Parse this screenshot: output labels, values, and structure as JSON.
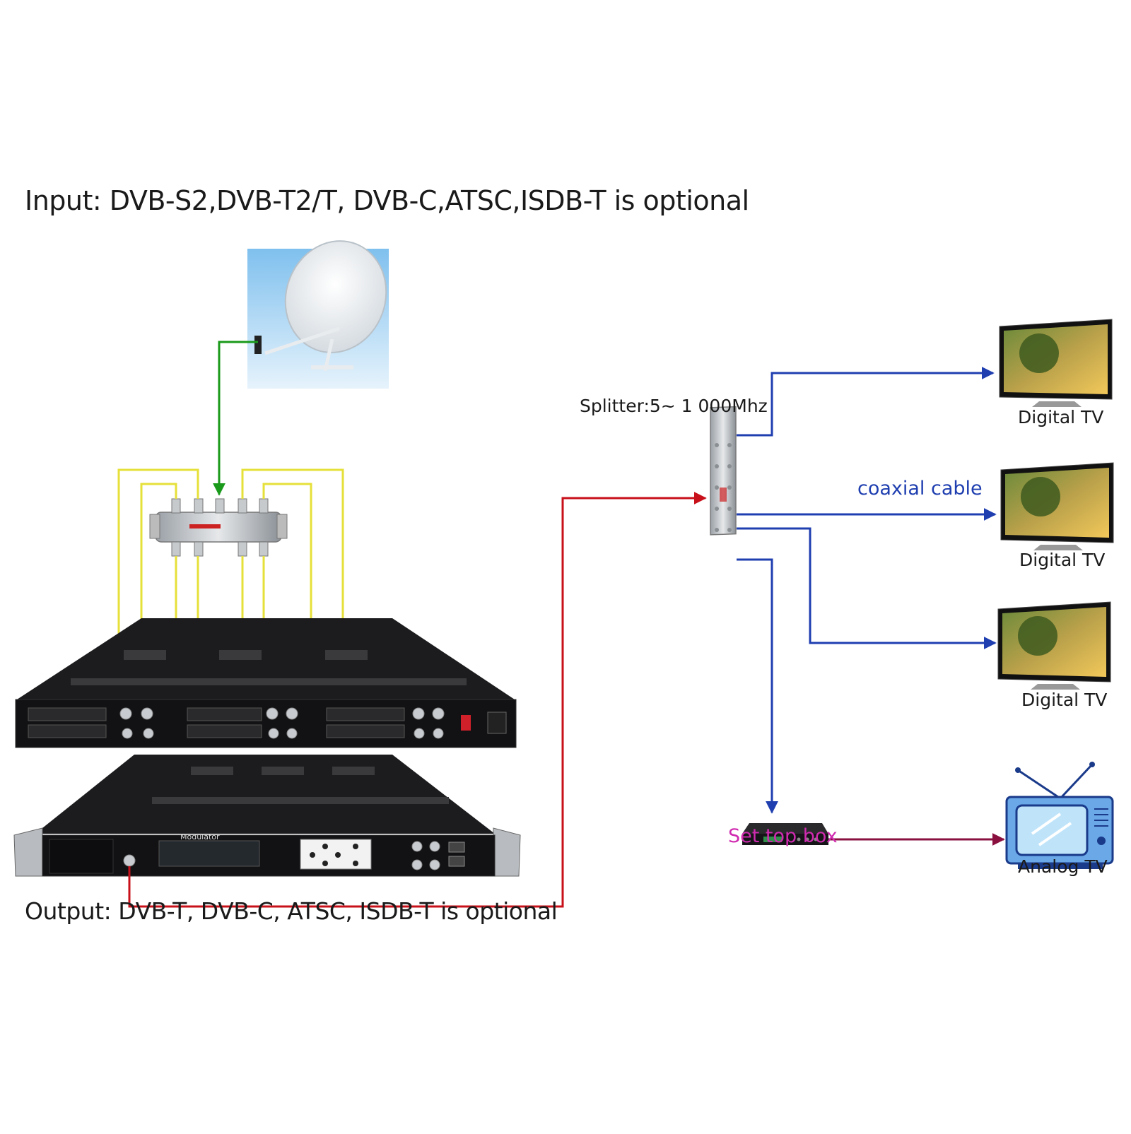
{
  "input_title": "Input: DVB-S2,DVB-T2/T, DVB-C,ATSC,ISDB-T is optional",
  "output_title": "Output: DVB-T, DVB-C, ATSC, ISDB-T is optional",
  "splitter_label": "Splitter:5~ 1 000Mhz",
  "coax_label": "coaxial cable",
  "stb_label": "Set top box",
  "tv_labels": [
    "Digital TV",
    "Digital TV",
    "Digital TV"
  ],
  "analog_tv_label": "Analog TV",
  "modulator_label": "Modulator",
  "colors": {
    "input_feed": "#1a9a1a",
    "rf_inputs": "#e6e03a",
    "modulator_output": "#c8101a",
    "coax": "#1f3fb0",
    "stb_to_analog": "#8a1040",
    "stb_label": "#d02ab0"
  }
}
